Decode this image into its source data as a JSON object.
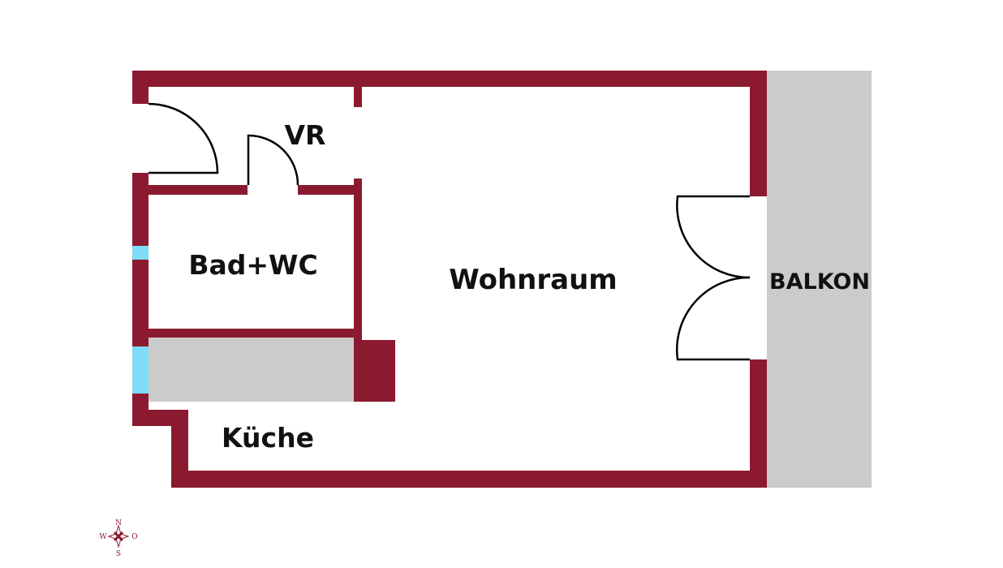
{
  "floorplan": {
    "colors": {
      "wall": "#8b1a30",
      "window": "#7fdcf7",
      "balcony": "#cbcbcb",
      "counter": "#cbcbcb",
      "door_line": "#000000",
      "background": "#ffffff"
    },
    "rooms": {
      "vr": "VR",
      "bad_wc": "Bad+WC",
      "wohnraum": "Wohnraum",
      "kueche": "Küche",
      "balkon": "BALKON"
    },
    "compass": {
      "north": "N",
      "south": "S",
      "west": "W",
      "east": "O"
    }
  }
}
